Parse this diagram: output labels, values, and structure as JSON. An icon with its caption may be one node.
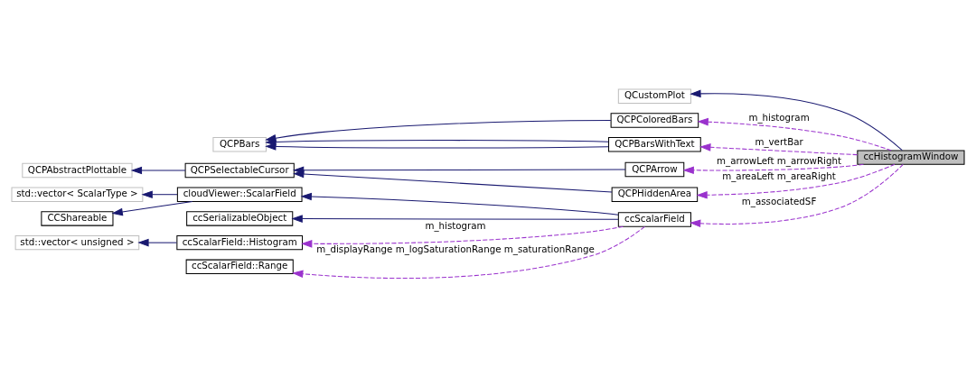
{
  "diagram": {
    "nodes": [
      {
        "text": [
          "QCustomPlot"
        ]
      },
      {
        "text": [
          "QCPColoredBars"
        ]
      },
      {
        "text": [
          "QCPBars"
        ]
      },
      {
        "text": [
          "QCPBarsWithText"
        ]
      },
      {
        "text": [
          "ccHistogramWindow"
        ]
      },
      {
        "text": [
          "QCPAbstractPlottable"
        ]
      },
      {
        "text": [
          "QCPSelectableCursor"
        ]
      },
      {
        "text": [
          "QCPArrow"
        ]
      },
      {
        "text": [
          "std::vector< ScalarType >"
        ]
      },
      {
        "text": [
          "cloudViewer::ScalarField"
        ]
      },
      {
        "text": [
          "QCPHiddenArea"
        ]
      },
      {
        "text": [
          "CCShareable"
        ]
      },
      {
        "text": [
          "ccSerializableObject"
        ]
      },
      {
        "text": [
          "ccScalarField"
        ]
      },
      {
        "text": [
          "std::vector< unsigned >"
        ]
      },
      {
        "text": [
          "ccScalarField::Histogram"
        ]
      },
      {
        "text": [
          "ccScalarField::Range"
        ]
      }
    ],
    "edges": [
      {
        "from": 4,
        "to": 0,
        "arrow": "to"
      },
      {
        "from": 1,
        "to": 2,
        "arrow": "to"
      },
      {
        "from": 3,
        "to": 2,
        "arrow": "to"
      },
      {
        "from": 3,
        "to": 2,
        "arrow": "to"
      },
      {
        "from": 4,
        "to": 1,
        "arrow": "to",
        "label": "m_histogram",
        "style": "dashed",
        "color": "#9a32cd"
      },
      {
        "from": 4,
        "to": 3,
        "arrow": "to",
        "label": "m_vertBar",
        "style": "dashed",
        "color": "#9a32cd"
      },
      {
        "from": 6,
        "to": 5,
        "arrow": "to"
      },
      {
        "from": 7,
        "to": 6,
        "arrow": "to"
      },
      {
        "from": 4,
        "to": 7,
        "arrow": "to",
        "label": "m_arrowLeft m_arrowRight",
        "style": "dashed",
        "color": "#9a32cd"
      },
      {
        "from": 10,
        "to": 6,
        "arrow": "to"
      },
      {
        "from": 4,
        "to": 10,
        "arrow": "to",
        "label": "m_areaLeft m_areaRight",
        "style": "dashed",
        "color": "#9a32cd"
      },
      {
        "from": 9,
        "to": 8,
        "arrow": "to"
      },
      {
        "from": 9,
        "to": 11,
        "arrow": "to"
      },
      {
        "from": 13,
        "to": 9,
        "arrow": "to"
      },
      {
        "from": 13,
        "to": 12,
        "arrow": "to"
      },
      {
        "from": 4,
        "to": 13,
        "arrow": "to",
        "label": "m_associatedSF",
        "style": "dashed",
        "color": "#9a32cd"
      },
      {
        "from": 15,
        "to": 14,
        "arrow": "to"
      },
      {
        "from": 13,
        "to": 15,
        "arrow": "to",
        "label": "m_histogram",
        "style": "dashed",
        "color": "#9a32cd"
      },
      {
        "from": 13,
        "to": 16,
        "arrow": "to",
        "label": "m_displayRange m_logSaturationRange m_saturationRange",
        "style": "dashed",
        "color": "#9a32cd"
      }
    ]
  }
}
